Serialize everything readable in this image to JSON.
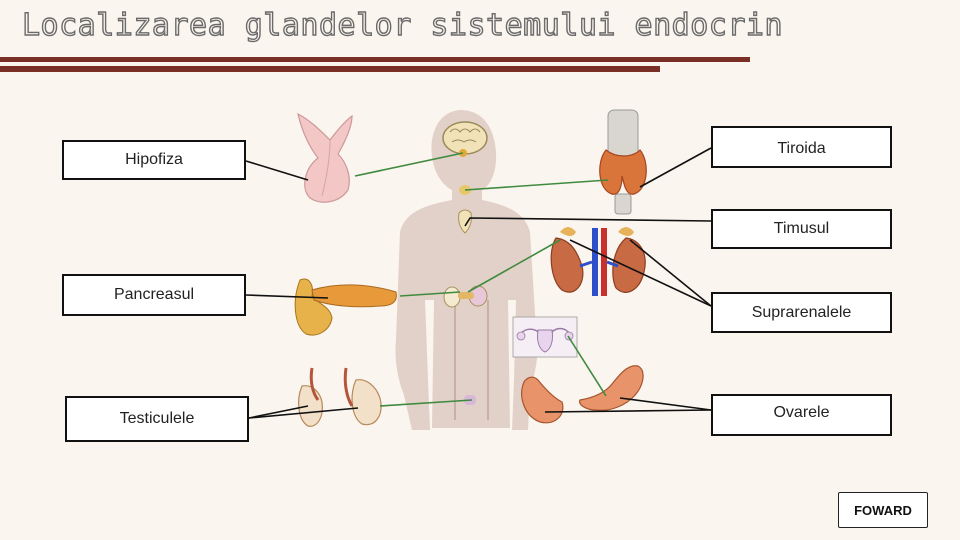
{
  "title": "Localizarea glandelor sistemului endocrin",
  "labels": {
    "hipofiza": "Hipofiza",
    "pancreasul": "Pancreasul",
    "testiculele": "Testiculele",
    "tiroida": "Tiroida",
    "timusul": "Timusul",
    "suprarenalele": "Suprarenalele",
    "ovarele": "Ovarele"
  },
  "nav": {
    "forward_label": "FOWARD"
  },
  "colors": {
    "accent_rule": "#7a2f26",
    "connector_green": "#3f8a3f",
    "leader_black": "#111111",
    "background": "#fbf5ef"
  }
}
